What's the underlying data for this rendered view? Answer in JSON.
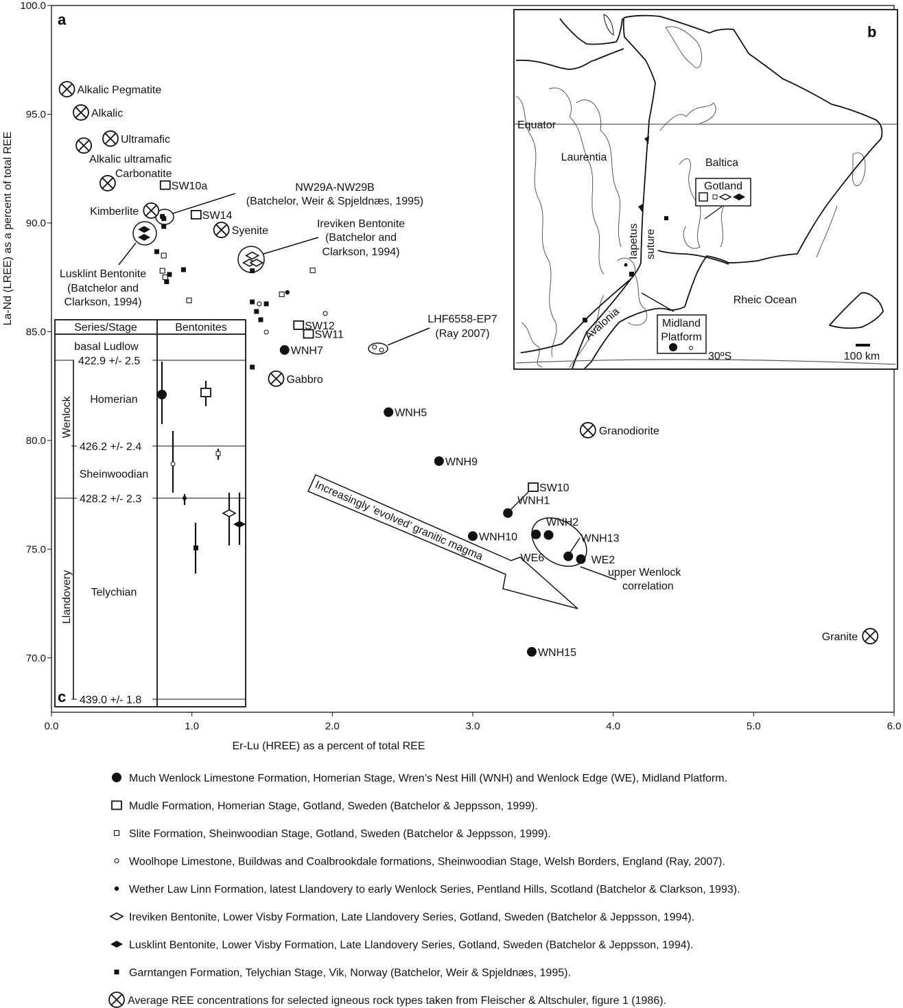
{
  "chart_data": {
    "type": "scatter",
    "panel_label": "a",
    "xlabel": "Er-Lu (HREE) as a percent of total REE",
    "ylabel": "La-Nd (LREE) as a percent of total REE",
    "xlim": [
      0,
      6
    ],
    "ylim": [
      67.5,
      100
    ],
    "xticks": [
      "0.0",
      "1.0",
      "2.0",
      "3.0",
      "4.0",
      "5.0",
      "6.0"
    ],
    "yticks": [
      "70.0",
      "75.0",
      "80.0",
      "85.0",
      "90.0",
      "95.0",
      "100.0"
    ],
    "grid": false,
    "series": [
      {
        "name": "Much Wenlock Limestone Formation, Homerian Stage, Wren’s Nest Hill (WNH) and Wenlock Edge (WE), Midland Platform.",
        "marker": "filled-circle",
        "points": [
          {
            "x": 1.66,
            "y": 84.16,
            "label": "WNH7"
          },
          {
            "x": 2.4,
            "y": 81.3,
            "label": "WNH5"
          },
          {
            "x": 2.76,
            "y": 79.05,
            "label": "WNH9"
          },
          {
            "x": 3.25,
            "y": 76.66,
            "label": "WNH1"
          },
          {
            "x": 3.0,
            "y": 75.6,
            "label": "WNH10"
          },
          {
            "x": 3.45,
            "y": 75.68,
            "label": "WNH2"
          },
          {
            "x": 3.54,
            "y": 75.65,
            "label": "WNH13"
          },
          {
            "x": 3.68,
            "y": 74.67,
            "label": "WE6"
          },
          {
            "x": 3.77,
            "y": 74.54,
            "label": "WE2"
          },
          {
            "x": 3.42,
            "y": 70.28,
            "label": "WNH15"
          }
        ]
      },
      {
        "name": "Mudle Formation, Homerian Stage, Gotland, Sweden (Batchelor & Jeppsson, 1999).",
        "marker": "open-square",
        "points": [
          {
            "x": 0.81,
            "y": 91.74,
            "label": "SW10a"
          },
          {
            "x": 1.03,
            "y": 90.38,
            "label": "SW14"
          },
          {
            "x": 1.76,
            "y": 85.3,
            "label": "SW12"
          },
          {
            "x": 1.83,
            "y": 84.9,
            "label": "SW11"
          },
          {
            "x": 3.43,
            "y": 77.85,
            "label": "SW10"
          }
        ]
      },
      {
        "name": "Slite Formation, Sheinwoodian Stage, Gotland, Sweden (Batchelor & Jeppsson, 1999).",
        "marker": "small-open-square",
        "points": [
          {
            "x": 0.8,
            "y": 88.5
          },
          {
            "x": 0.79,
            "y": 87.8
          },
          {
            "x": 0.81,
            "y": 87.5
          },
          {
            "x": 0.98,
            "y": 86.44
          },
          {
            "x": 1.86,
            "y": 87.82
          },
          {
            "x": 1.64,
            "y": 86.72
          }
        ]
      },
      {
        "name": "Woolhope Limestone, Buildwas and Coalbrookdale formations, Sheinwoodian Stage, Welsh Borders, England (Ray, 2007).",
        "marker": "small-open-circle",
        "points": [
          {
            "x": 1.48,
            "y": 86.28
          },
          {
            "x": 1.95,
            "y": 85.84
          },
          {
            "x": 1.53,
            "y": 84.98
          },
          {
            "x": 2.3,
            "y": 84.29
          },
          {
            "x": 2.35,
            "y": 84.16
          }
        ]
      },
      {
        "name": "Wether Law Linn Formation, latest Llandovery to early Wenlock Series, Pentland Hills, Scotland (Batchelor & Clarkson, 1993).",
        "marker": "small-filled-circle",
        "points": [
          {
            "x": 1.68,
            "y": 86.81
          }
        ]
      },
      {
        "name": "Ireviken Bentonite, Lower Visby Formation, Late Llandovery Series, Gotland, Sweden (Batchelor & Jeppsson, 1994).",
        "marker": "open-diamond",
        "points": [
          {
            "x": 1.43,
            "y": 88.5
          },
          {
            "x": 1.41,
            "y": 88.17
          },
          {
            "x": 1.46,
            "y": 88.17
          }
        ]
      },
      {
        "name": "Lusklint Bentonite, Lower Visby Formation, Late Llandovery Series, Gotland, Sweden (Batchelor & Jeppsson, 1994).",
        "marker": "filled-diamond",
        "points": [
          {
            "x": 0.66,
            "y": 89.7
          },
          {
            "x": 0.66,
            "y": 89.34
          }
        ]
      },
      {
        "name": "Garntangen Formation, Telychian Stage, Vik, Norway (Batchelor, Weir & Spjeldnæs, 1995).",
        "marker": "small-filled-square",
        "points": [
          {
            "x": 0.79,
            "y": 90.3
          },
          {
            "x": 0.8,
            "y": 90.2
          },
          {
            "x": 0.8,
            "y": 89.84
          },
          {
            "x": 0.75,
            "y": 88.68
          },
          {
            "x": 0.94,
            "y": 87.85
          },
          {
            "x": 0.84,
            "y": 87.63
          },
          {
            "x": 0.82,
            "y": 87.3
          },
          {
            "x": 1.43,
            "y": 87.8
          },
          {
            "x": 1.43,
            "y": 86.37
          },
          {
            "x": 1.53,
            "y": 86.28
          },
          {
            "x": 1.46,
            "y": 85.93
          },
          {
            "x": 1.49,
            "y": 85.55
          },
          {
            "x": 1.43,
            "y": 83.37
          }
        ]
      },
      {
        "name": "Average REE concentrations for selected igneous rock types taken from Fleischer & Altschuler, figure 1 (1986).",
        "marker": "crossed-circle",
        "points": [
          {
            "x": 0.11,
            "y": 96.15,
            "label": "Alkalic Pegmatite"
          },
          {
            "x": 0.21,
            "y": 95.08,
            "label": "Alkalic"
          },
          {
            "x": 0.42,
            "y": 93.88,
            "label": "Ultramafic"
          },
          {
            "x": 0.23,
            "y": 93.56,
            "label": "Alkalic ultramafic"
          },
          {
            "x": 0.4,
            "y": 91.83,
            "label": "Carbonatite"
          },
          {
            "x": 0.71,
            "y": 90.57,
            "label": "Kimberlite"
          },
          {
            "x": 1.21,
            "y": 89.68,
            "label": "Syenite"
          },
          {
            "x": 1.6,
            "y": 82.84,
            "label": "Gabbro"
          },
          {
            "x": 3.82,
            "y": 80.47,
            "label": "Granodiorite"
          },
          {
            "x": 5.83,
            "y": 71.0,
            "label": "Granite"
          }
        ]
      }
    ],
    "annotations": {
      "nw29": [
        "NW29A-NW29B",
        "(Batchelor, Weir & Spjeldnæs, 1995)"
      ],
      "ireviken": [
        "Ireviken Bentonite",
        "(Batchelor and",
        "Clarkson, 1994)"
      ],
      "lusklint": [
        "Lusklint Bentonite",
        "(Batchelor and",
        "Clarkson, 1994)"
      ],
      "lhf": [
        "LHF6558-EP7",
        "(Ray 2007)"
      ],
      "upper_wenlock": [
        "upper Wenlock",
        "correlation"
      ],
      "arrow": "Increasingly ‘evolved’ granitic magma"
    }
  },
  "inset_c": {
    "panel_label": "c",
    "headers": [
      "Series/Stage",
      "Bentonites"
    ],
    "series_names": [
      "Wenlock",
      "Llandovery"
    ],
    "stages": [
      "basal Ludlow",
      "Homerian",
      "Sheinwoodian",
      "Telychian"
    ],
    "ages": [
      "422.9 +/- 2.5",
      "426.2 +/- 2.4",
      "428.2 +/- 2.3",
      "439.0 +/- 1.8"
    ]
  },
  "map_b": {
    "panel_label": "b",
    "labels": {
      "equator": "Equator",
      "laurentia": "Laurentia",
      "baltica": "Baltica",
      "gotland": "Gotland",
      "iapetus": "Iapetus",
      "suture": "suture",
      "avalonia": "Avalonia",
      "rheic": "Rheic Ocean",
      "midland1": "Midland",
      "midland2": "Platform",
      "lat": "30ºS",
      "scale": "100 km"
    }
  }
}
